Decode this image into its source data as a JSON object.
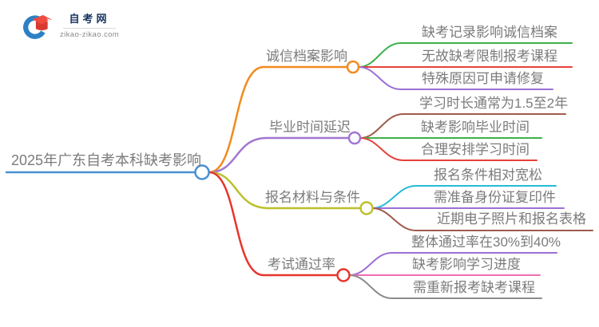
{
  "logo": {
    "title": "自考网",
    "domain": "zikao-zikao.com",
    "brand_navy": "#17345e",
    "brand_blue": "#2e80c4",
    "brand_red": "#e8463b"
  },
  "root": {
    "label": "2025年广东自考本科缺考影响",
    "color": "#4a90d2"
  },
  "branches": [
    {
      "label": "诚信档案影响",
      "color": "#f28a1e",
      "children": [
        {
          "label": "缺考记录影响诚信档案",
          "color": "#3cb14a"
        },
        {
          "label": "无故缺考限制报考课程",
          "color": "#e8403a"
        },
        {
          "label": "特殊原因可申请修复",
          "color": "#9c6fd6"
        }
      ]
    },
    {
      "label": "毕业时间延迟",
      "color": "#a276d1",
      "children": [
        {
          "label": "学习时长通常为1.5至2年",
          "color": "#9f5a4b"
        },
        {
          "label": "缺考影响毕业时间",
          "color": "#3cb14a"
        },
        {
          "label": "合理安排学习时间",
          "color": "#e8403a"
        }
      ]
    },
    {
      "label": "报名材料与条件",
      "color": "#bcc02c",
      "children": [
        {
          "label": "报名条件相对宽松",
          "color": "#25bcd9"
        },
        {
          "label": "需准备身份证复印件",
          "color": "#9c6fd6"
        },
        {
          "label": "近期电子照片和报名表格",
          "color": "#9f5a4b"
        }
      ]
    },
    {
      "label": "考试通过率",
      "color": "#e7352c",
      "children": [
        {
          "label": "整体通过率在30%到40%",
          "color": "#9c6fd6"
        },
        {
          "label": "缺考影响学习进度",
          "color": "#f06eb0"
        },
        {
          "label": "需重新报考缺考课程",
          "color": "#8c8c8c"
        }
      ]
    }
  ]
}
